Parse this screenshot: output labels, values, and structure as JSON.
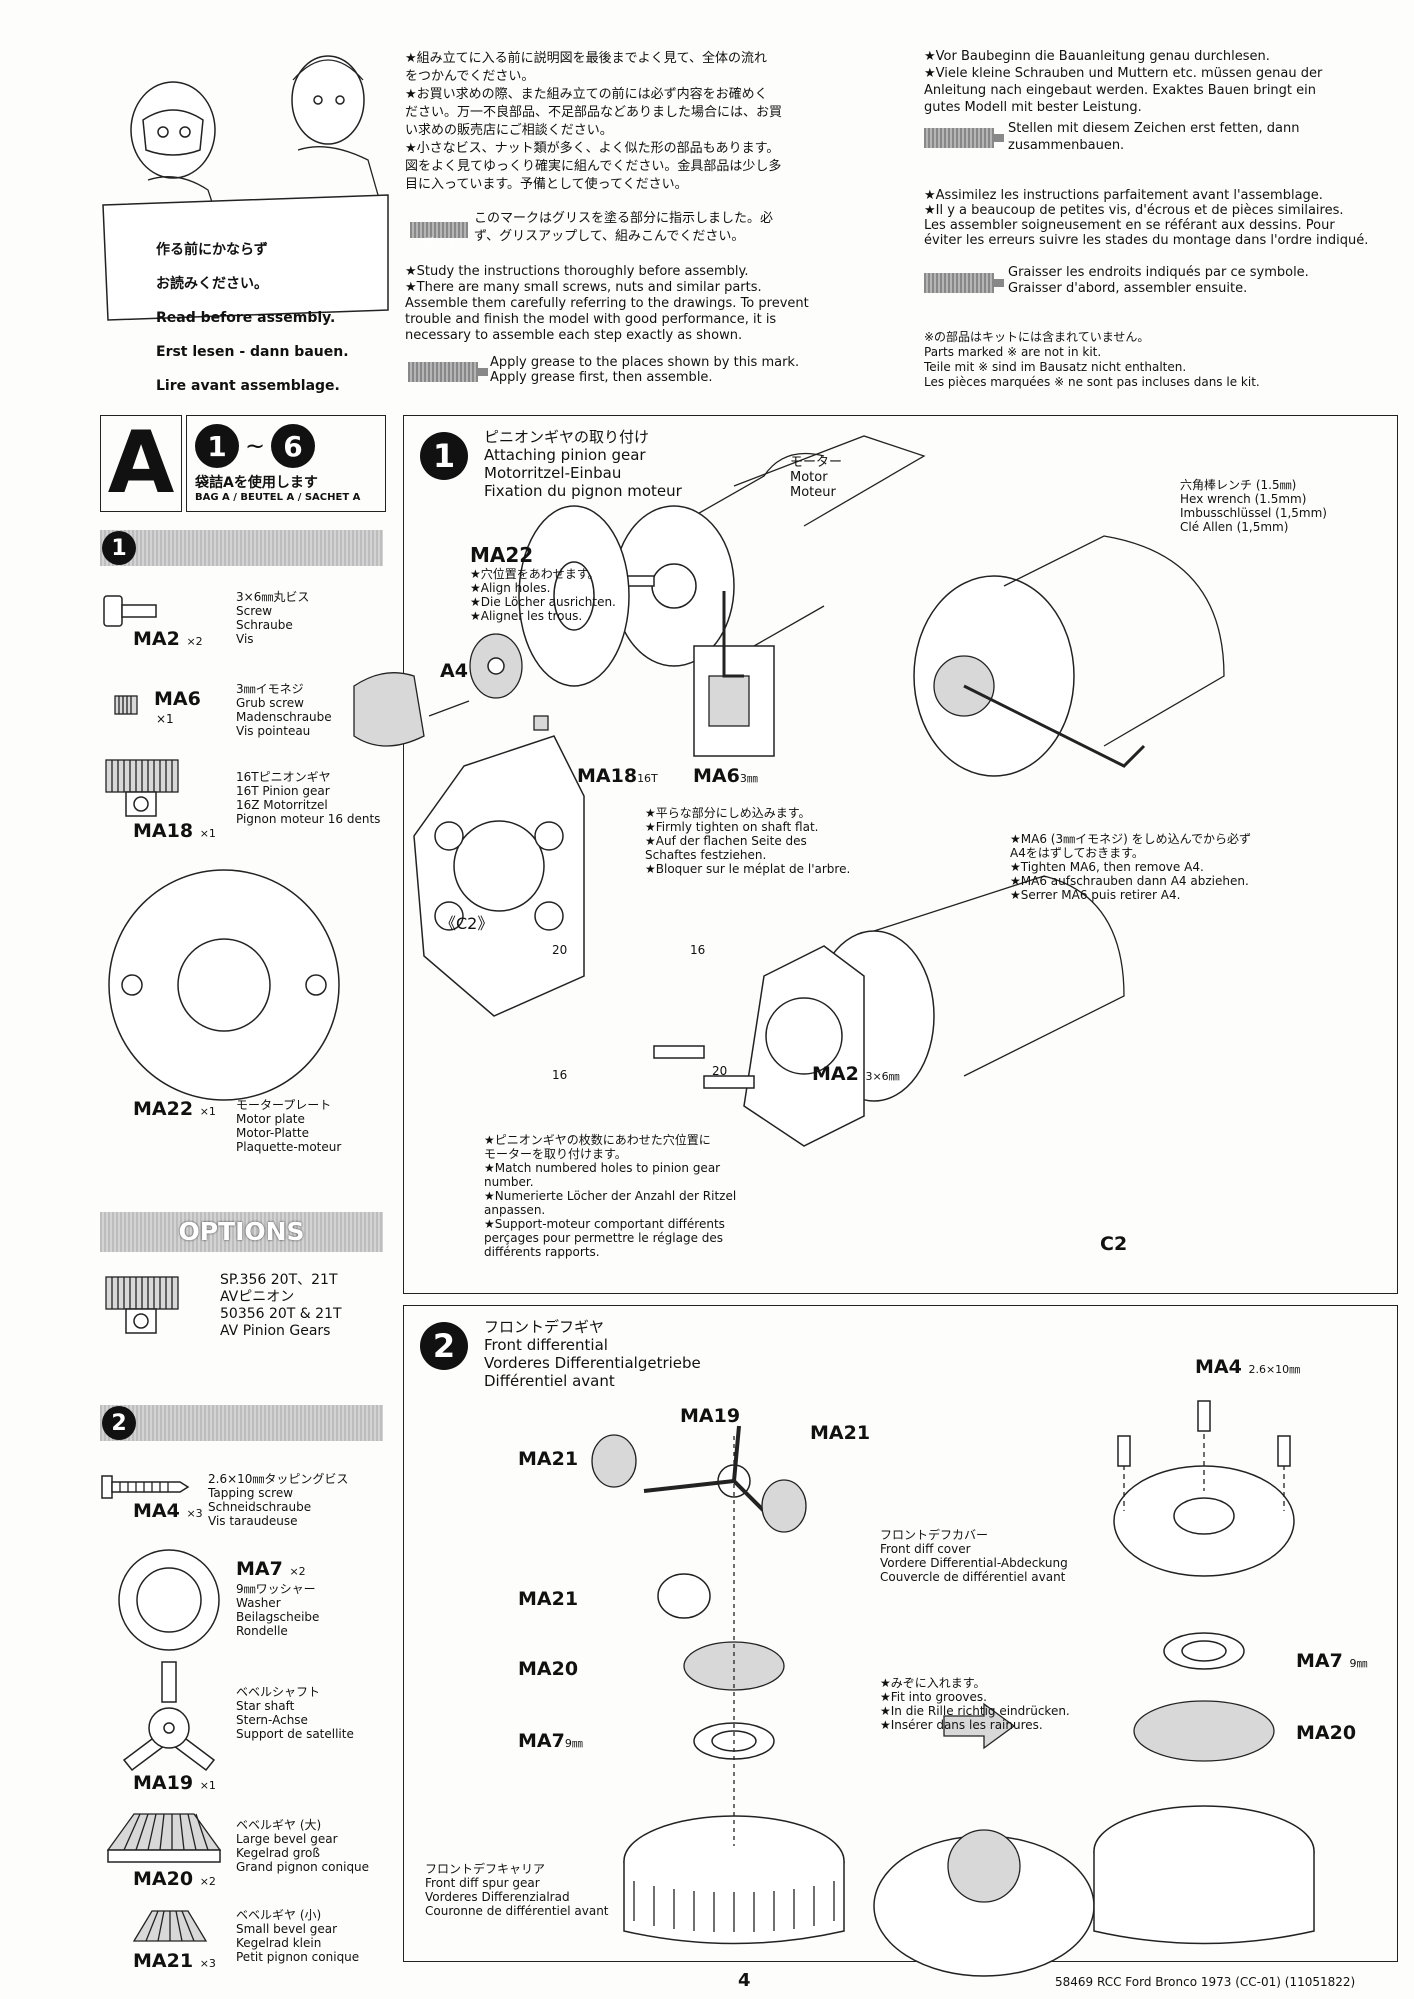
{
  "intro": {
    "bubble_lines": [
      "作る前にかならず",
      "お読みください。",
      "Read before assembly.",
      "Erst lesen - dann bauen.",
      "Lire avant assemblage."
    ],
    "jp_notes": "★組み立てに入る前に説明図を最後までよく見て、全体の流れ\nをつかんでください。\n★お買い求めの際、また組み立ての前には必ず内容をお確めく\nださい。万一不良部品、不足部品などありました場合には、お買\nい求めの販売店にご相談ください。\n★小さなビス、ナット類が多く、よく似た形の部品もあります。\n図をよく見てゆっくり確実に組んでください。金具部品は少し多\n目に入っています。予備として使ってください。",
    "jp_grease_tag": "グリス",
    "jp_grease": "このマークはグリスを塗る部分に指示しました。必\nず、グリスアップして、組みこんでください。",
    "en_notes": "★Study the instructions thoroughly before assembly.\n★There are many small screws, nuts and similar parts.\nAssemble them carefully referring to the drawings. To prevent\ntrouble and finish the model with good performance, it is\nnecessary to assemble each step exactly as shown.",
    "en_grease": "Apply grease to the places shown by this mark.\nApply grease first, then assemble.",
    "de_notes": "★Vor Baubeginn die Bauanleitung genau durchlesen.\n★Viele kleine Schrauben und Muttern etc. müssen genau der\nAnleitung nach eingebaut werden. Exaktes Bauen bringt ein\ngutes Modell mit bester Leistung.",
    "de_grease": "Stellen mit diesem Zeichen erst fetten, dann\nzusammenbauen.",
    "fr_notes": "★Assimilez les instructions parfaitement avant l'assemblage.\n★Il y a beaucoup de petites vis, d'écrous et de pièces similaires.\nLes assembler soigneusement en se référant aux dessins. Pour\néviter les erreurs suivre les stades du montage dans l'ordre indiqué.",
    "fr_grease": "Graisser les endroits indiqués par ce symbole.\nGraisser d'abord, assembler ensuite.",
    "not_in_kit": "※の部品はキットには含まれていません。\nParts marked ※ are not in kit.\nTeile mit ※ sind im Bausatz nicht enthalten.\nLes pièces marquées ※ ne sont pas incluses dans le kit."
  },
  "bag": {
    "letter": "A",
    "range_start": "1",
    "range_sep": "~",
    "range_end": "6",
    "jp": "袋詰Aを使用します",
    "multi": "BAG A / BEUTEL A / SACHET A"
  },
  "parts_step1": {
    "step_num": "1",
    "items": [
      {
        "code": "MA2",
        "qty": "×2",
        "desc": "3×6㎜丸ビス\nScrew\nSchraube\nVis"
      },
      {
        "code": "MA6",
        "qty": "×1",
        "desc": "3㎜イモネジ\nGrub screw\nMadenschraube\nVis pointeau"
      },
      {
        "code": "MA18",
        "qty": "×1",
        "desc": "16Tピニオンギヤ\n16T Pinion gear\n16Z Motorritzel\nPignon moteur 16 dents"
      },
      {
        "code": "MA22",
        "qty": "×1",
        "desc": "モータープレート\nMotor plate\nMotor-Platte\nPlaquette-moteur"
      }
    ]
  },
  "options": {
    "title": "OPTIONS",
    "desc": "SP.356 20T、21T\nAVピニオン\n50356 20T & 21T\nAV Pinion Gears"
  },
  "parts_step2": {
    "step_num": "2",
    "items": [
      {
        "code": "MA4",
        "qty": "×3",
        "desc": "2.6×10㎜タッピングビス\nTapping screw\nSchneidschraube\nVis taraudeuse"
      },
      {
        "code": "MA7",
        "qty": "×2",
        "desc": "9㎜ワッシャー\nWasher\nBeilagscheibe\nRondelle"
      },
      {
        "code": "MA19",
        "qty": "×1",
        "desc": "ベベルシャフト\nStar shaft\nStern-Achse\nSupport de satellite"
      },
      {
        "code": "MA20",
        "qty": "×2",
        "desc": "ベベルギヤ (大)\nLarge bevel gear\nKegelrad groß\nGrand pignon conique"
      },
      {
        "code": "MA21",
        "qty": "×3",
        "desc": "ベベルギヤ (小)\nSmall bevel gear\nKegelrad klein\nPetit pignon conique"
      }
    ]
  },
  "step1": {
    "num": "1",
    "title": "ピニオンギヤの取り付け\nAttaching pinion gear\nMotorritzel-Einbau\nFixation du pignon moteur",
    "motor": "モーター\nMotor\nMoteur",
    "hex": "六角棒レンチ (1.5㎜)\nHex wrench (1.5mm)\nImbusschlüssel (1,5mm)\nClé Allen (1,5mm)",
    "ma22_label": "MA22",
    "ma22_note": "★穴位置をあわせます。\n★Align holes.\n★Die Löcher ausrichten.\n★Aligner les trous.",
    "a4": "A4",
    "ma18": "MA18",
    "ma18_sub": "16T",
    "ma6": "MA6",
    "ma6_sub": "3㎜",
    "flat_note": "★平らな部分にしめ込みます。\n★Firmly tighten on shaft flat.\n★Auf der flachen Seite des\nSchaftes festziehen.\n★Bloquer sur le méplat de l'arbre.",
    "tighten_note": "★MA6 (3㎜イモネジ) をしめ込んでから必ず\nA4をはずしておきます。\n★Tighten MA6, then remove A4.\n★MA6 aufschrauben dann A4 abziehen.\n★Serrer MA6 puis retirer A4.",
    "c2_tag": "《C2》",
    "hole_labels": [
      "20",
      "16",
      "16",
      "20"
    ],
    "match_note": "★ピニオンギヤの枚数にあわせた穴位置に\nモーターを取り付けます。\n★Match numbered holes to pinion gear\nnumber.\n★Numerierte Löcher der Anzahl der Ritzel\nanpassen.\n★Support-moteur comportant différents\nperçages pour permettre le réglage des\ndifférents rapports.",
    "ma2": "MA2",
    "ma2_sub": "3×6㎜",
    "c2": "C2"
  },
  "step2": {
    "num": "2",
    "title": "フロントデフギヤ\nFront differential\nVorderes Differentialgetriebe\nDifférentiel avant",
    "ma19": "MA19",
    "ma21a": "MA21",
    "ma21b": "MA21",
    "ma21c": "MA21",
    "ma20": "MA20",
    "ma7": "MA7",
    "ma7_sub": "9㎜",
    "carrier": "フロントデフキャリア\nFront diff spur gear\nVorderes Differenzialrad\nCouronne de différentiel avant",
    "ma4": "MA4",
    "ma4_sub": "2.6×10㎜",
    "cover": "フロントデフカバー\nFront diff cover\nVordere Differential-Abdeckung\nCouvercle de différentiel avant",
    "grooves": "★みぞに入れます。\n★Fit into grooves.\n★In die Rille richtig eindrücken.\n★Insérer dans les rainures.",
    "ma7r": "MA7",
    "ma7r_sub": "9㎜",
    "ma20r": "MA20"
  },
  "footer": {
    "page": "4",
    "ref": "58469 RCC Ford Bronco 1973 (CC-01) (11051822)"
  }
}
